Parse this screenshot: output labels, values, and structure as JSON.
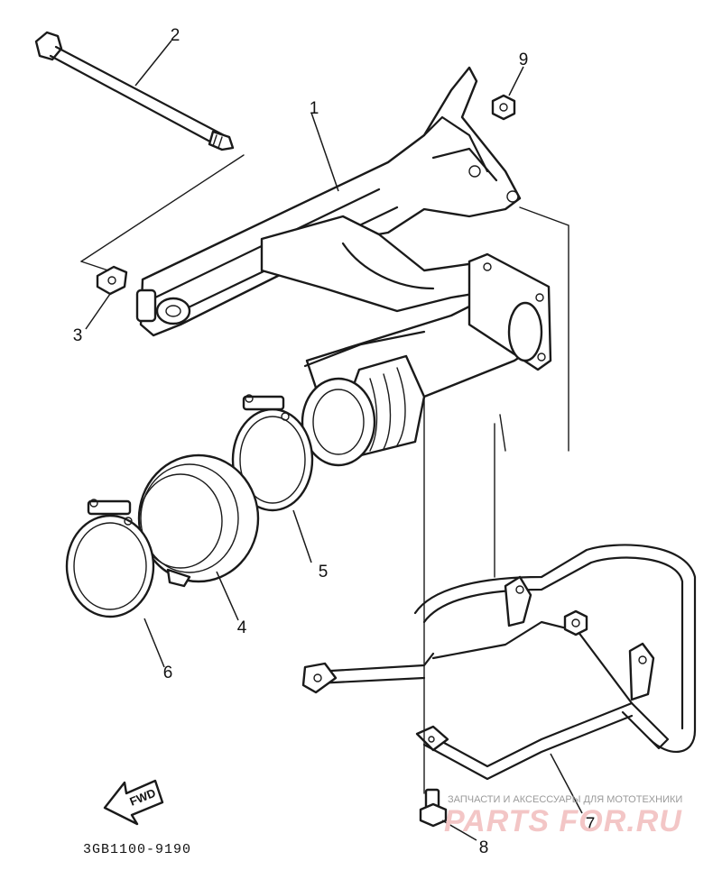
{
  "diagram": {
    "part_code": "3GB1100-9190",
    "direction_label": "FWD",
    "callouts": [
      {
        "id": "1",
        "text": "1"
      },
      {
        "id": "2",
        "text": "2"
      },
      {
        "id": "3",
        "text": "3"
      },
      {
        "id": "4",
        "text": "4"
      },
      {
        "id": "5",
        "text": "5"
      },
      {
        "id": "6",
        "text": "6"
      },
      {
        "id": "7",
        "text": "7"
      },
      {
        "id": "8",
        "text": "8"
      },
      {
        "id": "9",
        "text": "9"
      }
    ]
  },
  "watermark": {
    "tagline": "ЗАПЧАСТИ И АКСЕССУАРЫ ДЛЯ МОТОТЕХНИКИ",
    "brand": "PARTS FOR.RU"
  }
}
